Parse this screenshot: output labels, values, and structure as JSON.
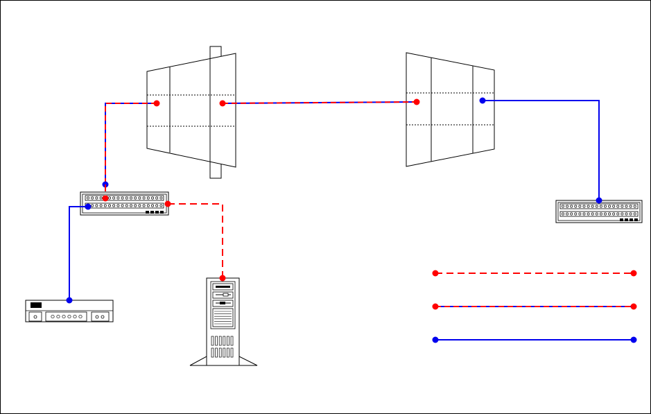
{
  "diagram": {
    "colors": {
      "red": "#ff0000",
      "blue": "#0000ee",
      "outline": "#000000",
      "background": "#ffffff"
    },
    "nodes": [
      {
        "id": "cable-spool-left",
        "kind": "cable-spool"
      },
      {
        "id": "cable-spool-right",
        "kind": "cable-spool"
      },
      {
        "id": "patch-panel-left",
        "kind": "patch-panel",
        "ports_per_row": 18
      },
      {
        "id": "patch-panel-right",
        "kind": "patch-panel",
        "ports_per_row": 18
      },
      {
        "id": "network-device",
        "kind": "rack-unit"
      },
      {
        "id": "server-tower",
        "kind": "tower-computer"
      }
    ],
    "connections": [
      {
        "id": "conn-spoolL-to-panelL",
        "style": "red-blue",
        "from": "cable-spool-left",
        "to": "patch-panel-left"
      },
      {
        "id": "conn-spoolL-to-spoolR",
        "style": "red-blue",
        "from": "cable-spool-left",
        "to": "cable-spool-right"
      },
      {
        "id": "conn-spoolR-to-panelR",
        "style": "blue-solid",
        "from": "cable-spool-right",
        "to": "patch-panel-right"
      },
      {
        "id": "conn-panelL-to-device",
        "style": "blue-solid",
        "from": "patch-panel-left",
        "to": "network-device"
      },
      {
        "id": "conn-panelL-to-server",
        "style": "red-dashed",
        "from": "patch-panel-left",
        "to": "server-tower"
      }
    ],
    "legend": [
      {
        "id": "legend-red-dashed",
        "style": "red-dashed"
      },
      {
        "id": "legend-red-blue",
        "style": "red-blue"
      },
      {
        "id": "legend-blue-solid",
        "style": "blue-solid"
      }
    ]
  }
}
